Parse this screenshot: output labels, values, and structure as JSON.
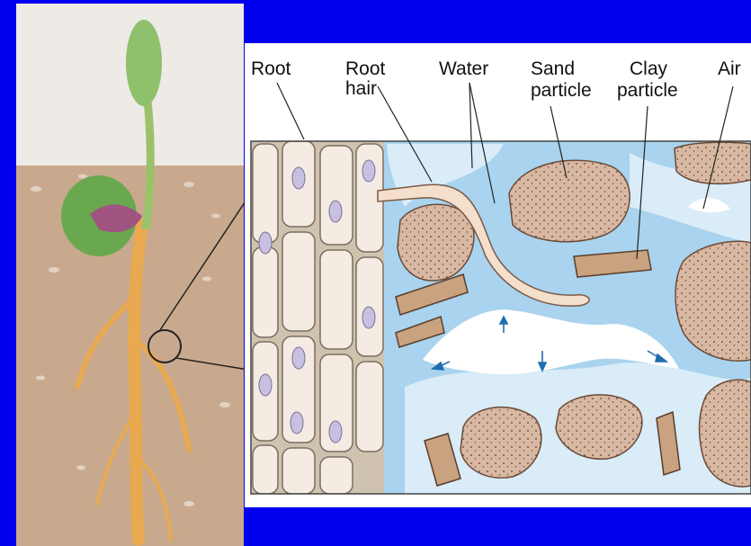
{
  "slide": {
    "background": "#0000ee"
  },
  "seedling_panel": {
    "icon": "seedling-illustration",
    "soil_color": "#c9a98e",
    "stem_color": "#f0b866",
    "leaf_color": "#6aa84f"
  },
  "root_section": {
    "water_color": "#a9d3ee",
    "labels": {
      "root": "Root",
      "root_hair_line1": "Root",
      "root_hair_line2": "hair",
      "water": "Water",
      "sand_line1": "Sand",
      "sand_line2": "particle",
      "clay_line1": "Clay",
      "clay_line2": "particle",
      "air": "Air"
    }
  }
}
